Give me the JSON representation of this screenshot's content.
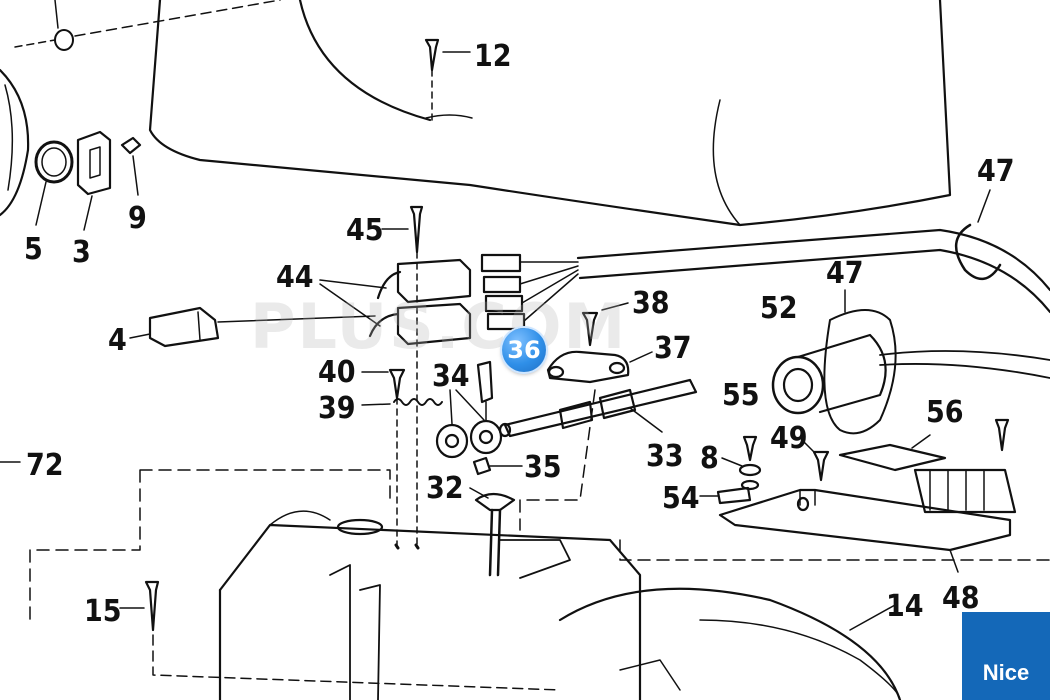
{
  "diagram": {
    "labels": {
      "l5": "5",
      "l3": "3",
      "l9": "9",
      "l12": "12",
      "l45": "45",
      "l44": "44",
      "l47a": "47",
      "l47b": "47",
      "l4": "4",
      "l52": "52",
      "l38": "38",
      "l37": "37",
      "l40": "40",
      "l34": "34",
      "l39": "39",
      "l33": "33",
      "l55": "55",
      "l56": "56",
      "l49": "49",
      "l8": "8",
      "l35": "35",
      "l72": "72",
      "l32": "32",
      "l54": "54",
      "l15": "15",
      "l14": "14",
      "l48": "48"
    },
    "hotspot": {
      "label": "36"
    },
    "watermark": "PLUS.COM",
    "brand": "Nice"
  }
}
